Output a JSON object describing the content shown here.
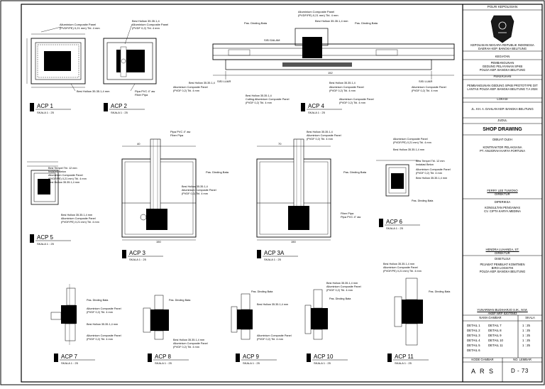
{
  "title_block": {
    "agency_top": "POLRI KEPOLISIAN",
    "owner": "KEPOLISIAN NEGARA REPUBLIK INDONESIA",
    "owner_region": "DAERAH KEP. BANGKA BELITUNG",
    "activity_label": "KEGIATAN",
    "activity": "PEMBANGUNAN",
    "activity_line2": "GEDUNG PELAYANAN SPKB",
    "activity_line3": "POLDA KEP. BANGKA BELITUNG",
    "work_label": "PEKERJAAN",
    "work": "PEMBANGUNAN GEDUNG SPKB PROTOTYPE DIT",
    "work_line2": "LANTAS POLDA KEP. BANGKA BELITUNG T.A 2024",
    "location_label": "LOKASI",
    "location": "JL. KH. A. DAHLAN KEP. BANGKA BELITUNG",
    "title_label": "JUDUL",
    "drawing_title": "SHOP DRAWING",
    "made_by_label": "DIBUAT OLEH",
    "contractor": "KONTRAKTOR PELAKSANA",
    "contractor_name": "PT. ANUGRAH KARYA FORTUNA",
    "contractor_sign": "FERRY LEE TUWONO",
    "contractor_role": "DIREKTUR",
    "checked_label": "DIPERIKSA",
    "consultant": "KONSULTAN PENGAWAS",
    "consultant_name": "CV. CIPTA KARYA MEDINA",
    "consultant_sign": "HENDRA LUHANDA, ST.",
    "consultant_role": "DIREKTUR",
    "approved_label": "DISETUJUI",
    "approver": "PEJABAT PEMBUAT KOMITMEN",
    "approver_unit": "BIRO LOGISTIK",
    "approver_region": "POLDA KEP. BANGKA BELITUNG",
    "approver_sign": "YUNARWAN BUDIHARJO S.IK., M.M.",
    "approver_id": "AKBP NRP 82070583",
    "table_header_name": "NAMA GAMBAR",
    "table_header_scale": "SKALA",
    "rows": [
      {
        "a": "DETAIL 1",
        "b": "DETAIL 7",
        "scale": "1 : 25"
      },
      {
        "a": "DETAIL 2",
        "b": "DETAIL 8",
        "scale": "1 : 25"
      },
      {
        "a": "DETAIL 3",
        "b": "DETAIL 9",
        "scale": "1 : 25"
      },
      {
        "a": "DETAIL 4",
        "b": "DETAIL 10",
        "scale": "1 : 25"
      },
      {
        "a": "DETAIL 5",
        "b": "DETAIL 11",
        "scale": "1 : 25"
      },
      {
        "a": "DETAIL 6",
        "b": "",
        "scale": ""
      }
    ],
    "code_label": "KODE GAMBAR",
    "sheet_label": "NO. LEMBAR",
    "code": "A R S",
    "sheet_no": "D - 73"
  },
  "details": {
    "acp1": {
      "label": "ACP 1",
      "scale": "SKALA 1 : 25"
    },
    "acp2": {
      "label": "ACP 2",
      "scale": "SKALA 1 : 25"
    },
    "acp3": {
      "label": "ACP 3",
      "scale": "SKALA 1 : 25"
    },
    "acp3a": {
      "label": "ACP 3A",
      "scale": "SKALA 1 : 25"
    },
    "acp4": {
      "label": "ACP 4",
      "scale": "SKALA 1 : 25"
    },
    "acp5": {
      "label": "ACP 5",
      "scale": "SKALA 1 : 25"
    },
    "acp6": {
      "label": "ACP 6",
      "scale": "SKALA 1 : 25"
    },
    "acp7": {
      "label": "ACP 7",
      "scale": "SKALA 1 : 25"
    },
    "acp8": {
      "label": "ACP 8",
      "scale": "SKALA 1 : 25"
    },
    "acp9": {
      "label": "ACP 9",
      "scale": "SKALA 1 : 25"
    },
    "acp10": {
      "label": "ACP 10",
      "scale": "SKALA 1 : 25"
    },
    "acp11": {
      "label": "ACP 11",
      "scale": "SKALA 1 : 25"
    }
  },
  "callouts": {
    "besi_hollow": "Besi Hollow 35.35.1,4",
    "besi_hollow_mm": "Besi Hollow 35.35.1,4 mm",
    "acp_line1": "Alluminium Composite Panel",
    "acp_line2a": "(PVDF/PE) 0,21 mm) Tbl. 4 mm",
    "acp_line2b": "(PVDF 0,2) Tbl. 4 mm",
    "pipa_pvc": "Pipa PVC 4\" aw",
    "fiber_pipa": "Fiber Pipa",
    "pas_dinding": "Pas. Dinding Bata",
    "sisi_dalam": "SISI DALAM",
    "sisi_luar": "SISI LUAR",
    "cutting_acp": "Cutting Alluminium Composite Panel",
    "besi_tempel": "Besi Tempel Tbl. 12 mm",
    "instalasi_beton": "Instalasi Beton"
  },
  "dims": {
    "d152": "152",
    "d150": "150",
    "d120": "120",
    "d90": "90",
    "d25": "25",
    "d40": "40",
    "d70": "70"
  }
}
